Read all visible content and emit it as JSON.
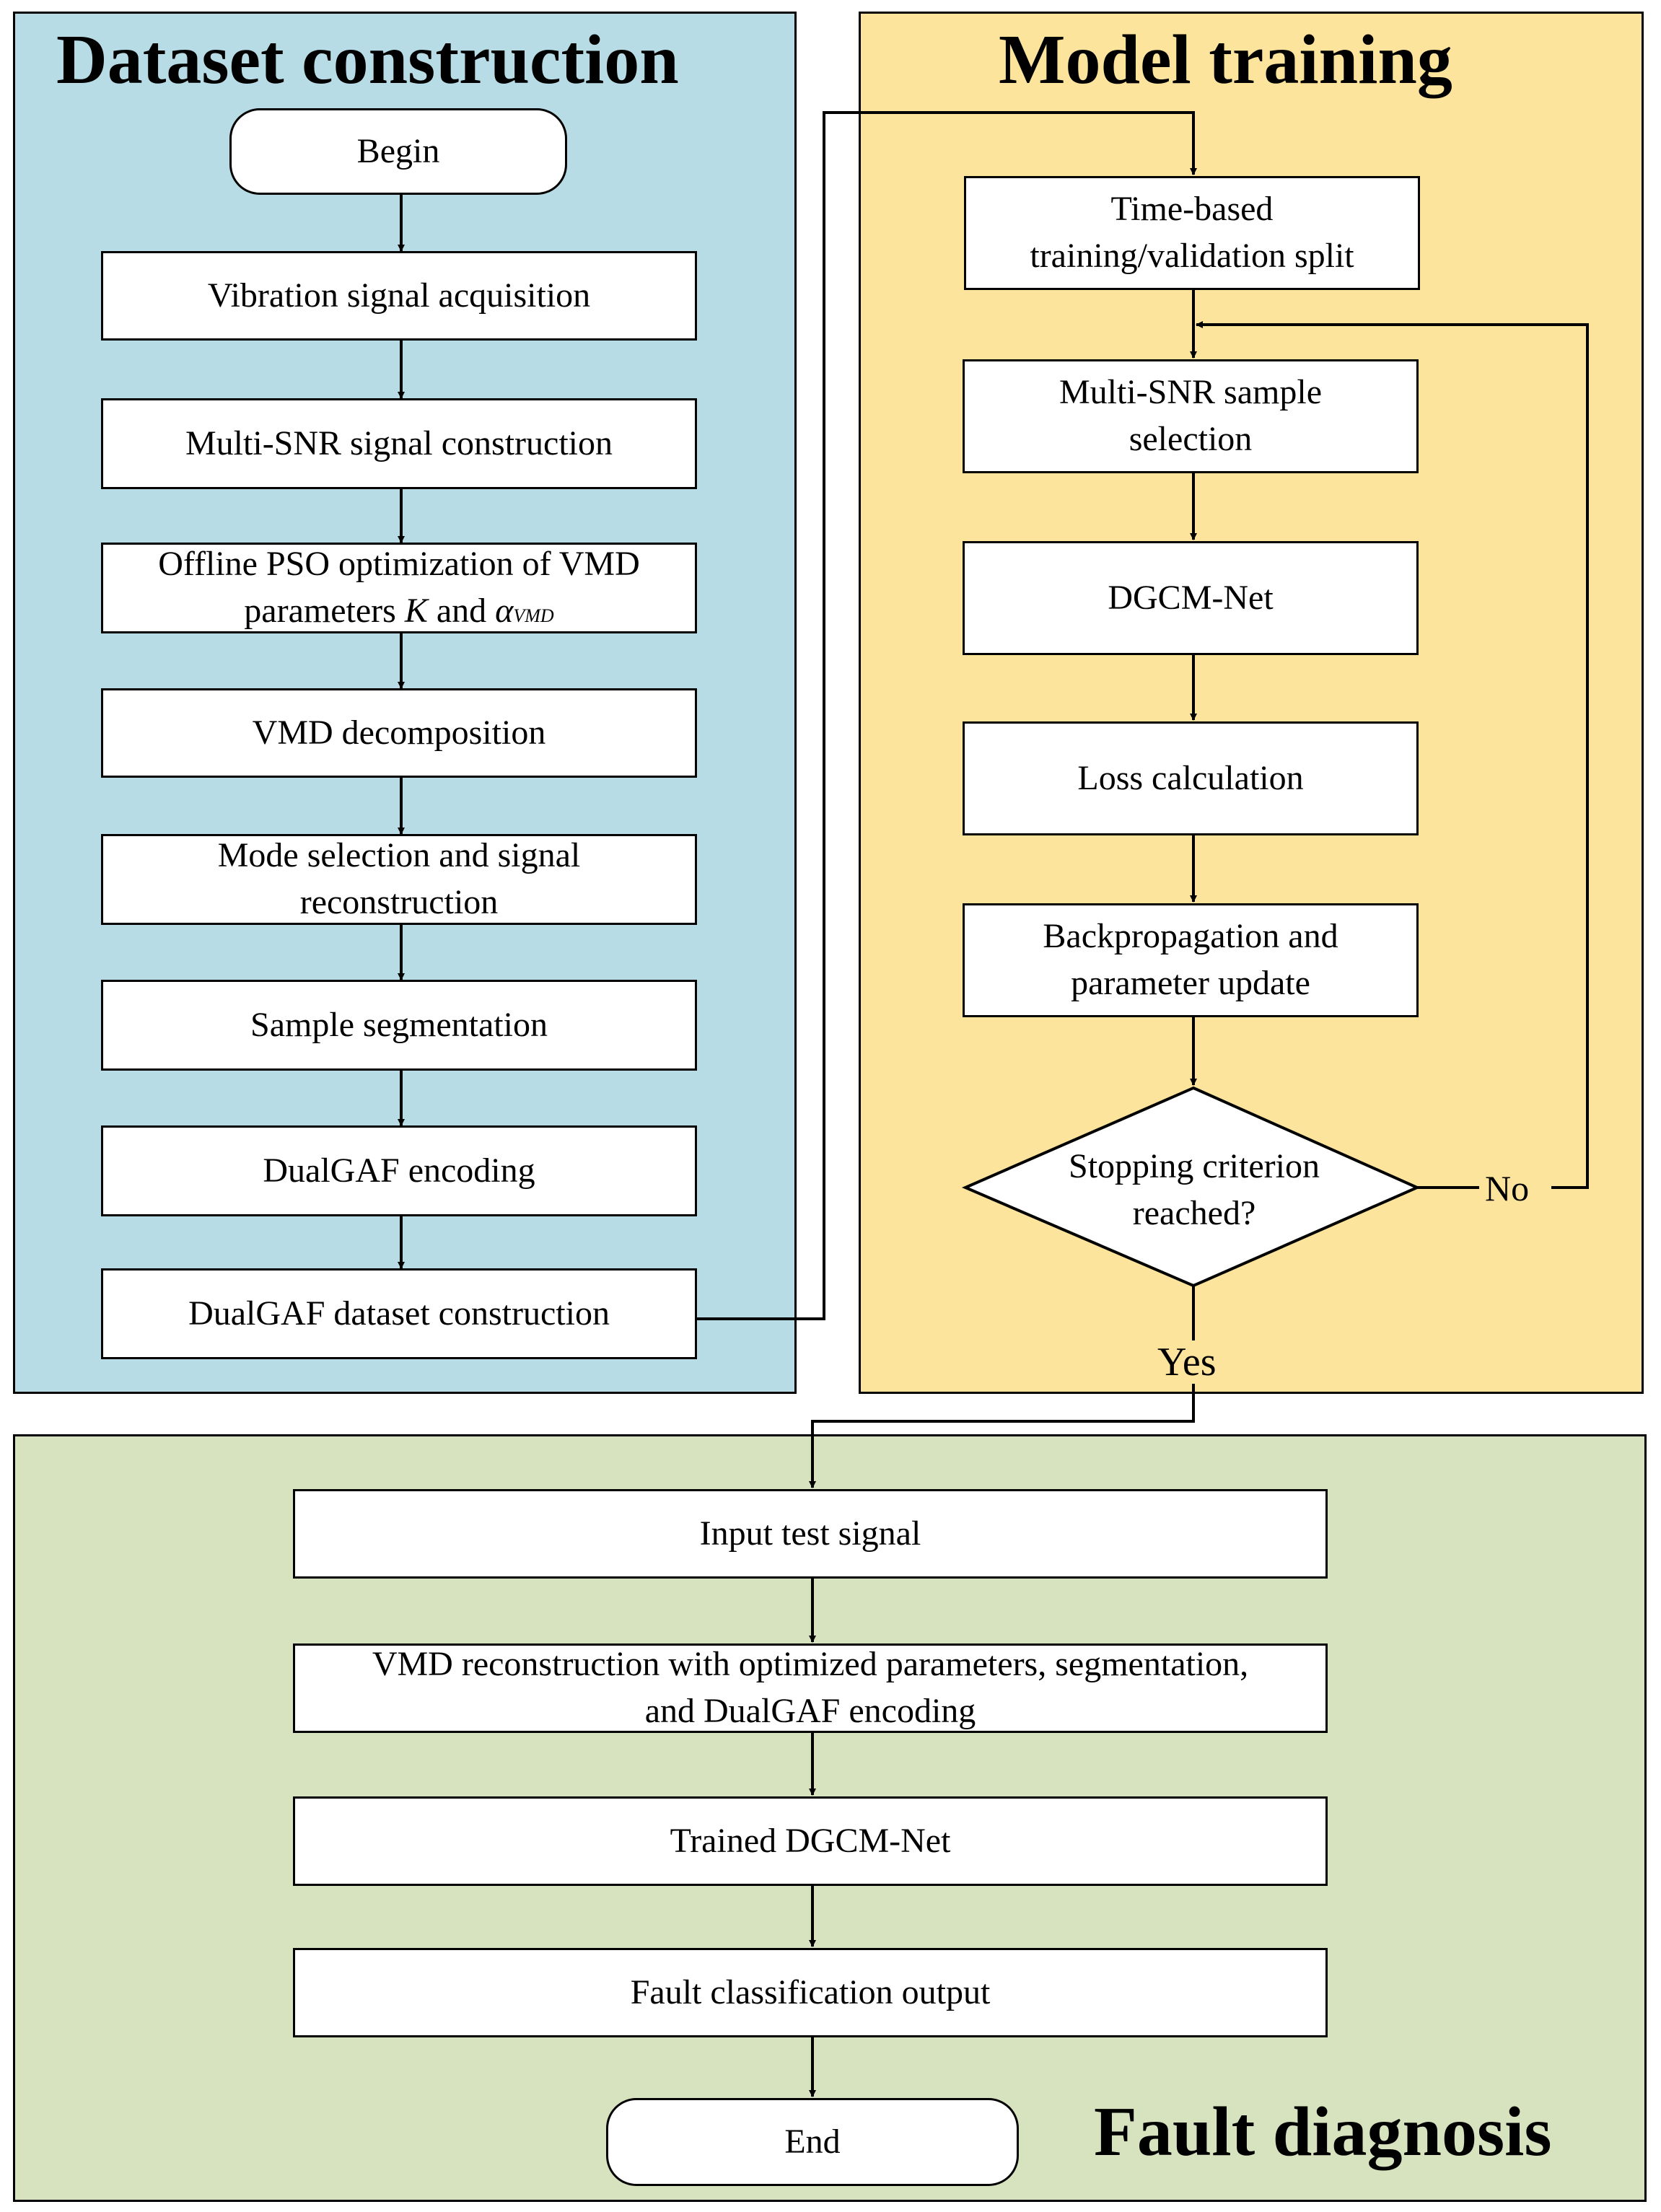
{
  "panels": {
    "dataset": {
      "title": "Dataset construction"
    },
    "model": {
      "title": "Model training"
    },
    "fault": {
      "title": "Fault diagnosis"
    }
  },
  "dataset_steps": {
    "begin": "Begin",
    "acquisition": "Vibration signal acquisition",
    "multi_snr": "Multi-SNR signal construction",
    "pso_line1": "Offline PSO optimization of VMD",
    "pso_line2_prefix": "parameters ",
    "pso_param_k": "K",
    "pso_and": " and ",
    "pso_alpha": "α",
    "pso_alpha_sub": "VMD",
    "vmd": "VMD decomposition",
    "mode_line1": "Mode selection and signal",
    "mode_line2": "reconstruction",
    "segmentation": "Sample segmentation",
    "encoding": "DualGAF encoding",
    "dataset": "DualGAF dataset construction"
  },
  "model_steps": {
    "split_line1": "Time-based",
    "split_line2": "training/validation split",
    "sample_line1": "Multi-SNR sample",
    "sample_line2": "selection",
    "net": "DGCM-Net",
    "loss": "Loss calculation",
    "backprop_line1": "Backpropagation and",
    "backprop_line2": "parameter update",
    "decision_line1": "Stopping criterion",
    "decision_line2": "reached?",
    "no_label": "No",
    "yes_label": "Yes"
  },
  "fault_steps": {
    "input": "Input test signal",
    "recon_line1": "VMD reconstruction with optimized parameters, segmentation,",
    "recon_line2": "and DualGAF encoding",
    "trained": "Trained DGCM-Net",
    "output": "Fault classification output",
    "end": "End"
  },
  "colors": {
    "dataset_panel": "#b8dce5",
    "model_panel": "#fde49c",
    "fault_panel": "#d7e2bf",
    "box_fill": "#ffffff",
    "line": "#000000"
  }
}
